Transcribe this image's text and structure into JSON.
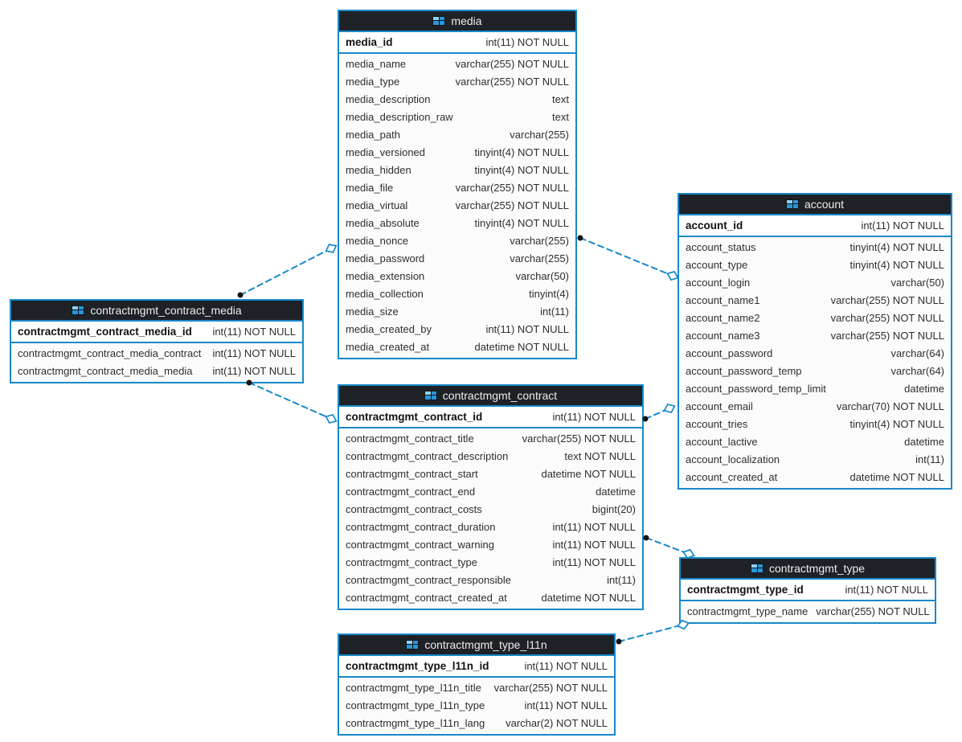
{
  "colors": {
    "accent_blue": "#1789c9",
    "header_bg": "#1e2227",
    "connector_dot": "#121212"
  },
  "tables": {
    "media": {
      "title": "media",
      "pk": [
        {
          "name": "media_id",
          "type": "int(11) NOT NULL"
        }
      ],
      "columns": [
        {
          "name": "media_name",
          "type": "varchar(255) NOT NULL"
        },
        {
          "name": "media_type",
          "type": "varchar(255) NOT NULL"
        },
        {
          "name": "media_description",
          "type": "text"
        },
        {
          "name": "media_description_raw",
          "type": "text"
        },
        {
          "name": "media_path",
          "type": "varchar(255)"
        },
        {
          "name": "media_versioned",
          "type": "tinyint(4) NOT NULL"
        },
        {
          "name": "media_hidden",
          "type": "tinyint(4) NOT NULL"
        },
        {
          "name": "media_file",
          "type": "varchar(255) NOT NULL"
        },
        {
          "name": "media_virtual",
          "type": "varchar(255) NOT NULL"
        },
        {
          "name": "media_absolute",
          "type": "tinyint(4) NOT NULL"
        },
        {
          "name": "media_nonce",
          "type": "varchar(255)"
        },
        {
          "name": "media_password",
          "type": "varchar(255)"
        },
        {
          "name": "media_extension",
          "type": "varchar(50)"
        },
        {
          "name": "media_collection",
          "type": "tinyint(4)"
        },
        {
          "name": "media_size",
          "type": "int(11)"
        },
        {
          "name": "media_created_by",
          "type": "int(11) NOT NULL"
        },
        {
          "name": "media_created_at",
          "type": "datetime NOT NULL"
        }
      ]
    },
    "account": {
      "title": "account",
      "pk": [
        {
          "name": "account_id",
          "type": "int(11) NOT NULL"
        }
      ],
      "columns": [
        {
          "name": "account_status",
          "type": "tinyint(4) NOT NULL"
        },
        {
          "name": "account_type",
          "type": "tinyint(4) NOT NULL"
        },
        {
          "name": "account_login",
          "type": "varchar(50)"
        },
        {
          "name": "account_name1",
          "type": "varchar(255) NOT NULL"
        },
        {
          "name": "account_name2",
          "type": "varchar(255) NOT NULL"
        },
        {
          "name": "account_name3",
          "type": "varchar(255) NOT NULL"
        },
        {
          "name": "account_password",
          "type": "varchar(64)"
        },
        {
          "name": "account_password_temp",
          "type": "varchar(64)"
        },
        {
          "name": "account_password_temp_limit",
          "type": "datetime"
        },
        {
          "name": "account_email",
          "type": "varchar(70) NOT NULL"
        },
        {
          "name": "account_tries",
          "type": "tinyint(4) NOT NULL"
        },
        {
          "name": "account_lactive",
          "type": "datetime"
        },
        {
          "name": "account_localization",
          "type": "int(11)"
        },
        {
          "name": "account_created_at",
          "type": "datetime NOT NULL"
        }
      ]
    },
    "contract_media": {
      "title": "contractmgmt_contract_media",
      "pk": [
        {
          "name": "contractmgmt_contract_media_id",
          "type": "int(11) NOT NULL"
        }
      ],
      "columns": [
        {
          "name": "contractmgmt_contract_media_contract",
          "type": "int(11) NOT NULL"
        },
        {
          "name": "contractmgmt_contract_media_media",
          "type": "int(11) NOT NULL"
        }
      ]
    },
    "contract": {
      "title": "contractmgmt_contract",
      "pk": [
        {
          "name": "contractmgmt_contract_id",
          "type": "int(11) NOT NULL"
        }
      ],
      "columns": [
        {
          "name": "contractmgmt_contract_title",
          "type": "varchar(255) NOT NULL"
        },
        {
          "name": "contractmgmt_contract_description",
          "type": "text NOT NULL"
        },
        {
          "name": "contractmgmt_contract_start",
          "type": "datetime NOT NULL"
        },
        {
          "name": "contractmgmt_contract_end",
          "type": "datetime"
        },
        {
          "name": "contractmgmt_contract_costs",
          "type": "bigint(20)"
        },
        {
          "name": "contractmgmt_contract_duration",
          "type": "int(11) NOT NULL"
        },
        {
          "name": "contractmgmt_contract_warning",
          "type": "int(11) NOT NULL"
        },
        {
          "name": "contractmgmt_contract_type",
          "type": "int(11) NOT NULL"
        },
        {
          "name": "contractmgmt_contract_responsible",
          "type": "int(11)"
        },
        {
          "name": "contractmgmt_contract_created_at",
          "type": "datetime NOT NULL"
        }
      ]
    },
    "type": {
      "title": "contractmgmt_type",
      "pk": [
        {
          "name": "contractmgmt_type_id",
          "type": "int(11) NOT NULL"
        }
      ],
      "columns": [
        {
          "name": "contractmgmt_type_name",
          "type": "varchar(255) NOT NULL"
        }
      ]
    },
    "type_l11n": {
      "title": "contractmgmt_type_l11n",
      "pk": [
        {
          "name": "contractmgmt_type_l11n_id",
          "type": "int(11) NOT NULL"
        }
      ],
      "columns": [
        {
          "name": "contractmgmt_type_l11n_title",
          "type": "varchar(255) NOT NULL"
        },
        {
          "name": "contractmgmt_type_l11n_type",
          "type": "int(11) NOT NULL"
        },
        {
          "name": "contractmgmt_type_l11n_lang",
          "type": "varchar(2) NOT NULL"
        }
      ]
    }
  },
  "connections": [
    {
      "from": "contractmgmt_contract_media",
      "to": "media"
    },
    {
      "from": "media",
      "to": "account"
    },
    {
      "from": "contractmgmt_contract_media",
      "to": "contractmgmt_contract"
    },
    {
      "from": "contractmgmt_contract",
      "to": "account"
    },
    {
      "from": "contractmgmt_contract",
      "to": "contractmgmt_type"
    },
    {
      "from": "contractmgmt_type_l11n",
      "to": "contractmgmt_type"
    }
  ]
}
